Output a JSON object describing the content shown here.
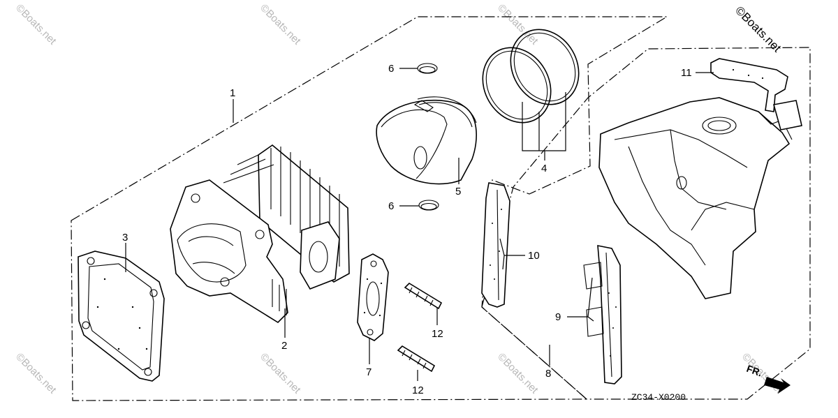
{
  "copyright": "©Boats.net",
  "watermark": "©Boats.net",
  "diagram_code": "ZC34-X0200",
  "direction_marker": "FR.",
  "callouts": {
    "c1": "1",
    "c2": "2",
    "c3": "3",
    "c4": "4",
    "c5": "5",
    "c6a": "6",
    "c6b": "6",
    "c7": "7",
    "c8": "8",
    "c9": "9",
    "c10": "10",
    "c11": "11",
    "c12a": "12",
    "c12b": "12"
  }
}
